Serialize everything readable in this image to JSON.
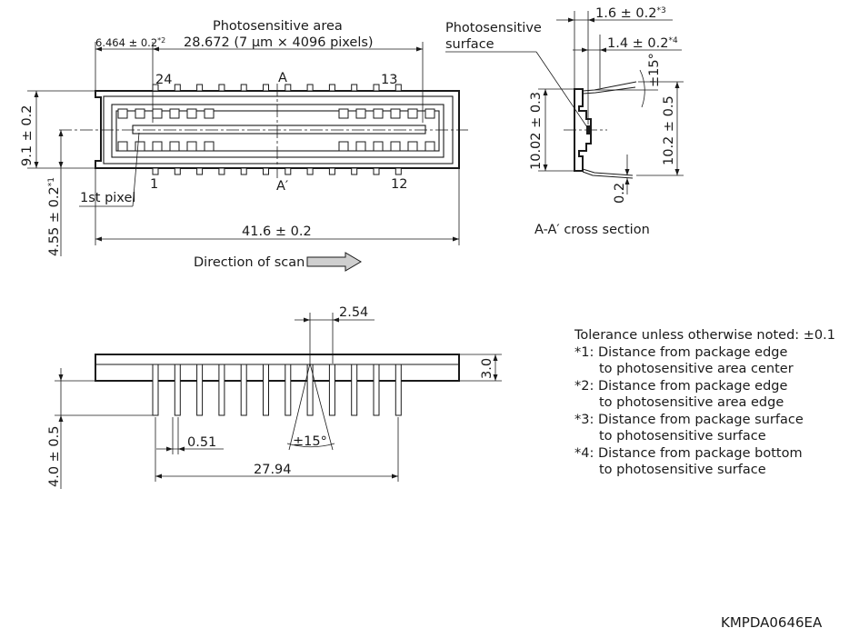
{
  "top_view": {
    "photosensitive_area_label": "Photosensitive area",
    "area_dim": "28.672 (7 µm × 4096 pixels)",
    "edge_dim": "6.464 ± 0.2",
    "edge_dim_note": "*2",
    "pin_24": "24",
    "pin_13": "13",
    "pin_1": "1",
    "pin_12": "12",
    "section_a": "A",
    "section_a_prime": "A′",
    "height_dim": "9.1 ± 0.2",
    "center_dim": "4.55 ± 0.2",
    "center_dim_note": "*1",
    "first_pixel": "1st pixel",
    "length_dim": "41.6 ± 0.2",
    "scan_label": "Direction of scan"
  },
  "cross_section": {
    "surface_label_line1": "Photosensitive",
    "surface_label_line2": "surface",
    "depth_dim": "1.6 ± 0.2",
    "depth_dim_note": "*3",
    "surface_dim": "1.4 ± 0.2",
    "surface_dim_note": "*4",
    "angle": "±15°",
    "height_dim": "10.02 ± 0.3",
    "total_dim": "10.2 ± 0.5",
    "thickness_dim": "0.2",
    "caption": "A-A′ cross section"
  },
  "side_view": {
    "pitch": "2.54",
    "thickness": "3.0",
    "lead_length": "4.0 ± 0.5",
    "lead_width": "0.51",
    "angle": "±15°",
    "span": "27.94"
  },
  "notes": {
    "tolerance": "Tolerance unless otherwise noted: ±0.1",
    "n1_line1": "*1: Distance from package edge",
    "n1_line2": "to photosensitive area center",
    "n2_line1": "*2: Distance from package edge",
    "n2_line2": "to photosensitive area edge",
    "n3_line1": "*3: Distance from package surface",
    "n3_line2": "to photosensitive surface",
    "n4_line1": "*4: Distance from package bottom",
    "n4_line2": "to photosensitive surface"
  },
  "drawing_code": "KMPDA0646EA"
}
